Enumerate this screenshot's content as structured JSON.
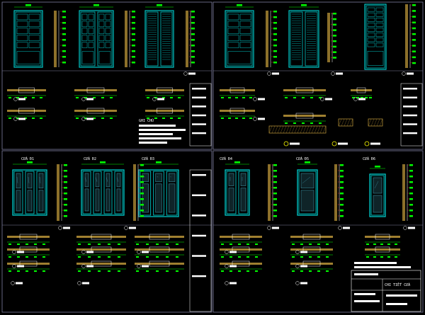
{
  "colors": {
    "background": "#000000",
    "frame": "#7f7f9f",
    "door": "#00c8c8",
    "glass": "#3a8fa0",
    "dimension": "#00ff00",
    "leader": "#ff3030",
    "wall": "#c8a03c",
    "text": "#ffffff",
    "accent": "#ffff00"
  },
  "sheets": [
    {
      "id": "top-left",
      "door_titles": [
        "",
        "",
        ""
      ]
    },
    {
      "id": "top-right",
      "door_titles": [
        "",
        "",
        ""
      ]
    },
    {
      "id": "bottom-left",
      "door_titles": [
        "CỬA Đ1",
        "CỬA Đ2",
        "CỬA Đ3"
      ]
    },
    {
      "id": "bottom-right",
      "door_titles": [
        "CỬA Đ4",
        "CỬA Đ5",
        "CỬA Đ6"
      ]
    }
  ],
  "notes": {
    "title": "GHI CHÚ"
  },
  "title_block": {
    "drawing_name": "CHI TIẾT CỬA"
  }
}
